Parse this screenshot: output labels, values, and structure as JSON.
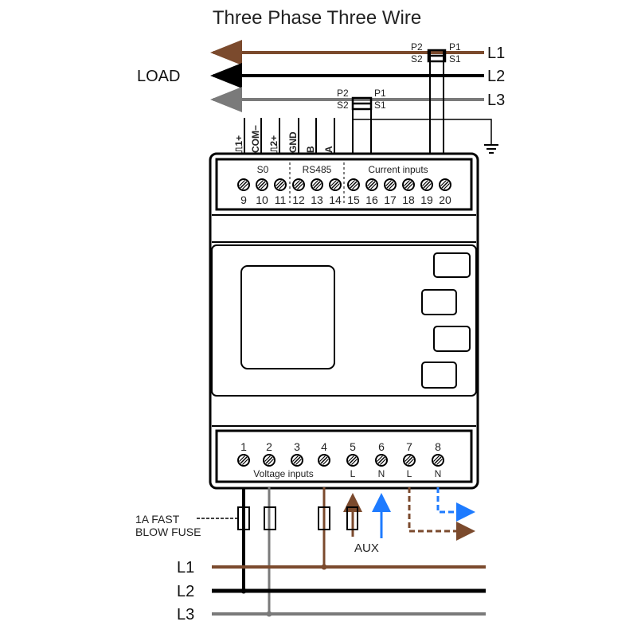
{
  "title": "Three Phase Three Wire",
  "load_label": "LOAD",
  "colors": {
    "l1": "#7b4a2d",
    "l2": "#000000",
    "l3": "#7a7a7a",
    "aux_n": "#1e7bff"
  },
  "top_lines": [
    "L1",
    "L2",
    "L3"
  ],
  "ct_labels": {
    "p2": "P2",
    "p1": "P1",
    "s2": "S2",
    "s1": "S1"
  },
  "top_wire_labels": [
    "⎍1+",
    "COM−",
    "⎍2+",
    "GND",
    "B",
    "A"
  ],
  "top_terminals": {
    "groups": [
      "S0",
      "RS485",
      "Current inputs"
    ],
    "numbers": [
      "9",
      "10",
      "11",
      "12",
      "13",
      "14",
      "15",
      "16",
      "17",
      "18",
      "19",
      "20"
    ]
  },
  "bottom_terminals": {
    "numbers": [
      "1",
      "2",
      "3",
      "4",
      "5",
      "6",
      "7",
      "8"
    ],
    "group_label": "Voltage inputs",
    "aux_labels": [
      "L",
      "N",
      "L",
      "N"
    ]
  },
  "fuse_label": [
    "1A  FAST",
    "BLOW FUSE"
  ],
  "aux_label": "AUX",
  "bottom_lines": [
    "L1",
    "L2",
    "L3"
  ]
}
